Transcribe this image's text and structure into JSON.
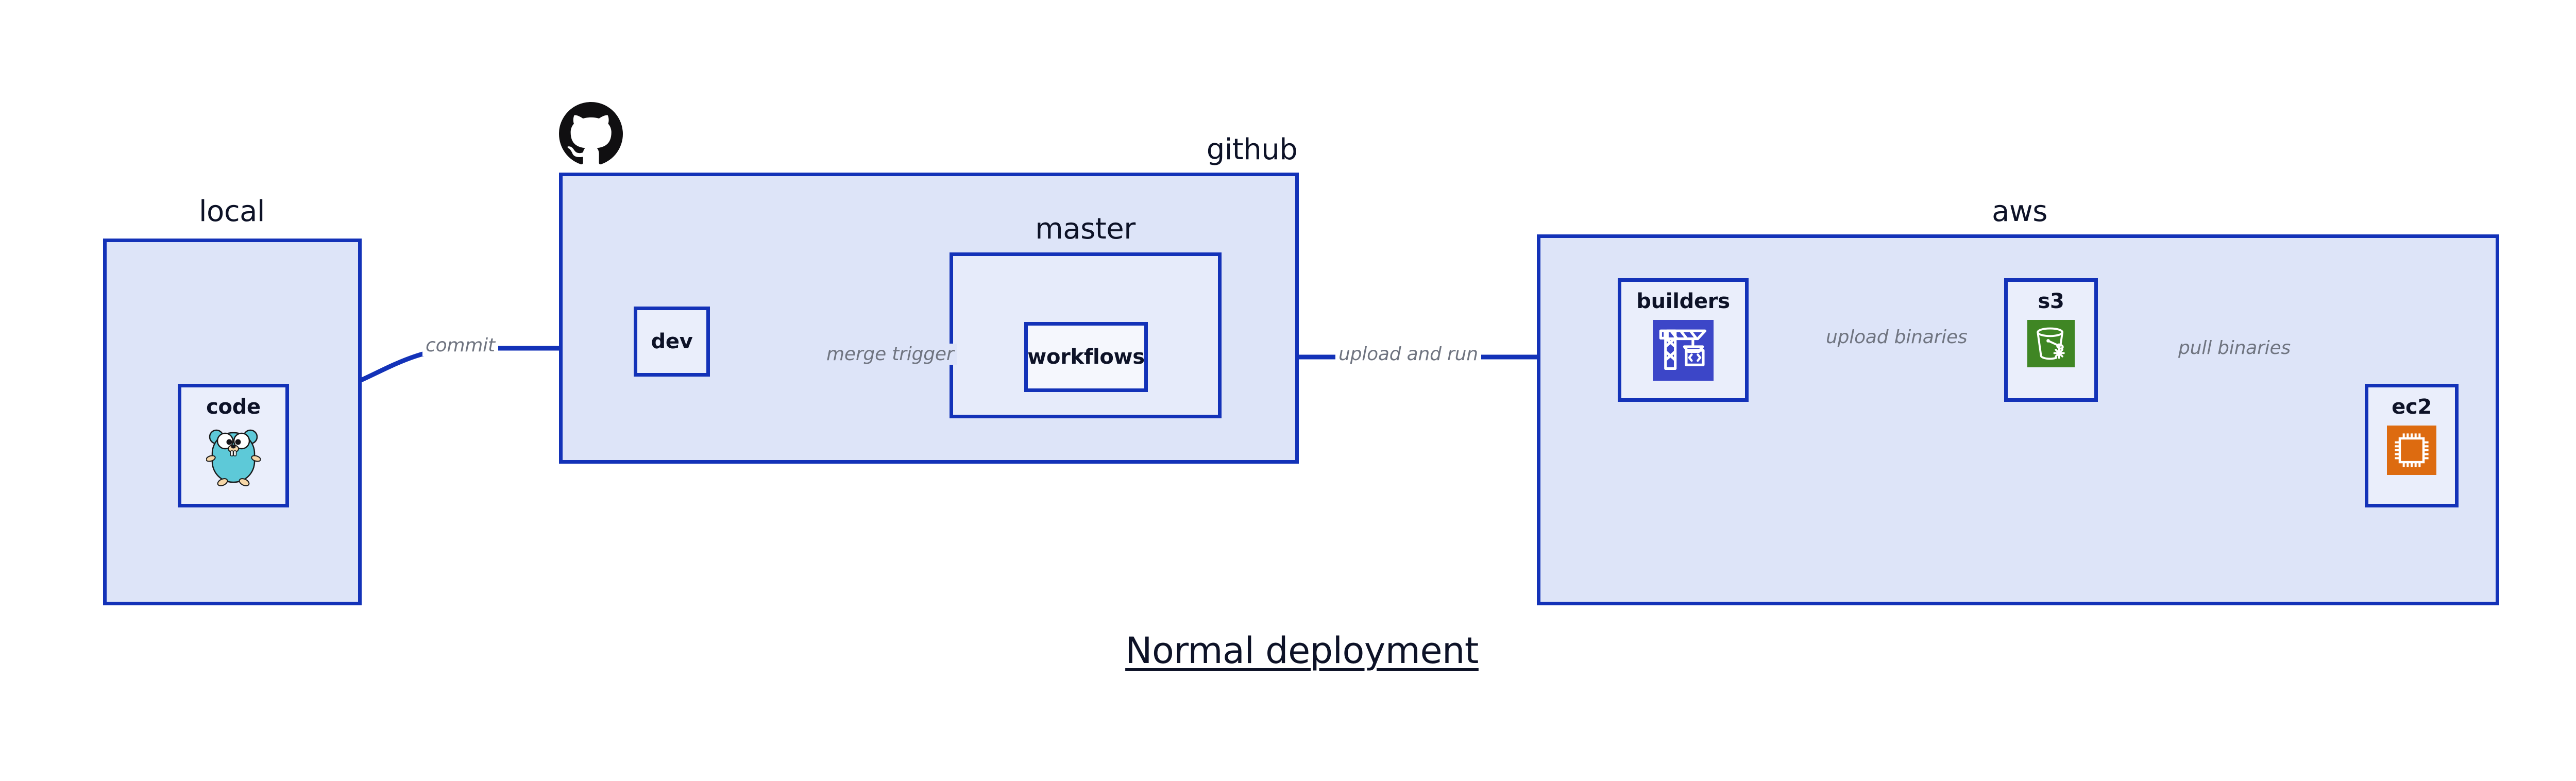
{
  "diagram": {
    "title": "Normal deployment",
    "colors": {
      "border": "#1332b8",
      "group_fill": "#dde4f8",
      "node_fill": "#eaeefb",
      "text": "#0d1227",
      "edge_label": "#6f7480",
      "builders_icon": "#3c46c8",
      "s3_icon": "#3f8624",
      "ec2_icon": "#dd6b10",
      "github_logo": "#100f11",
      "gopher_body": "#5dc9d8"
    }
  },
  "groups": [
    {
      "id": "local",
      "label": "local"
    },
    {
      "id": "github",
      "label": "github"
    },
    {
      "id": "master",
      "label": "master"
    },
    {
      "id": "aws",
      "label": "aws"
    }
  ],
  "nodes": [
    {
      "id": "code",
      "label": "code",
      "icon": "go-gopher-icon"
    },
    {
      "id": "dev",
      "label": "dev",
      "icon": "none"
    },
    {
      "id": "workflows",
      "label": "workflows",
      "icon": "none"
    },
    {
      "id": "builders",
      "label": "builders",
      "icon": "aws-codebuild-icon"
    },
    {
      "id": "s3",
      "label": "s3",
      "icon": "aws-s3-bucket-icon"
    },
    {
      "id": "ec2",
      "label": "ec2",
      "icon": "aws-ec2-chip-icon"
    }
  ],
  "edges": [
    {
      "id": "code-dev",
      "from": "code",
      "to": "dev",
      "label": "commit"
    },
    {
      "id": "dev-workflows",
      "from": "dev",
      "to": "workflows",
      "label": "merge trigger"
    },
    {
      "id": "workflows-builders",
      "from": "workflows",
      "to": "builders",
      "label": "upload and run"
    },
    {
      "id": "builders-s3",
      "from": "builders",
      "to": "s3",
      "label": "upload binaries"
    },
    {
      "id": "s3-ec2",
      "from": "s3",
      "to": "ec2",
      "label": "pull binaries"
    }
  ],
  "logos": [
    {
      "id": "github-logo",
      "name": "github-octocat-logo"
    }
  ]
}
